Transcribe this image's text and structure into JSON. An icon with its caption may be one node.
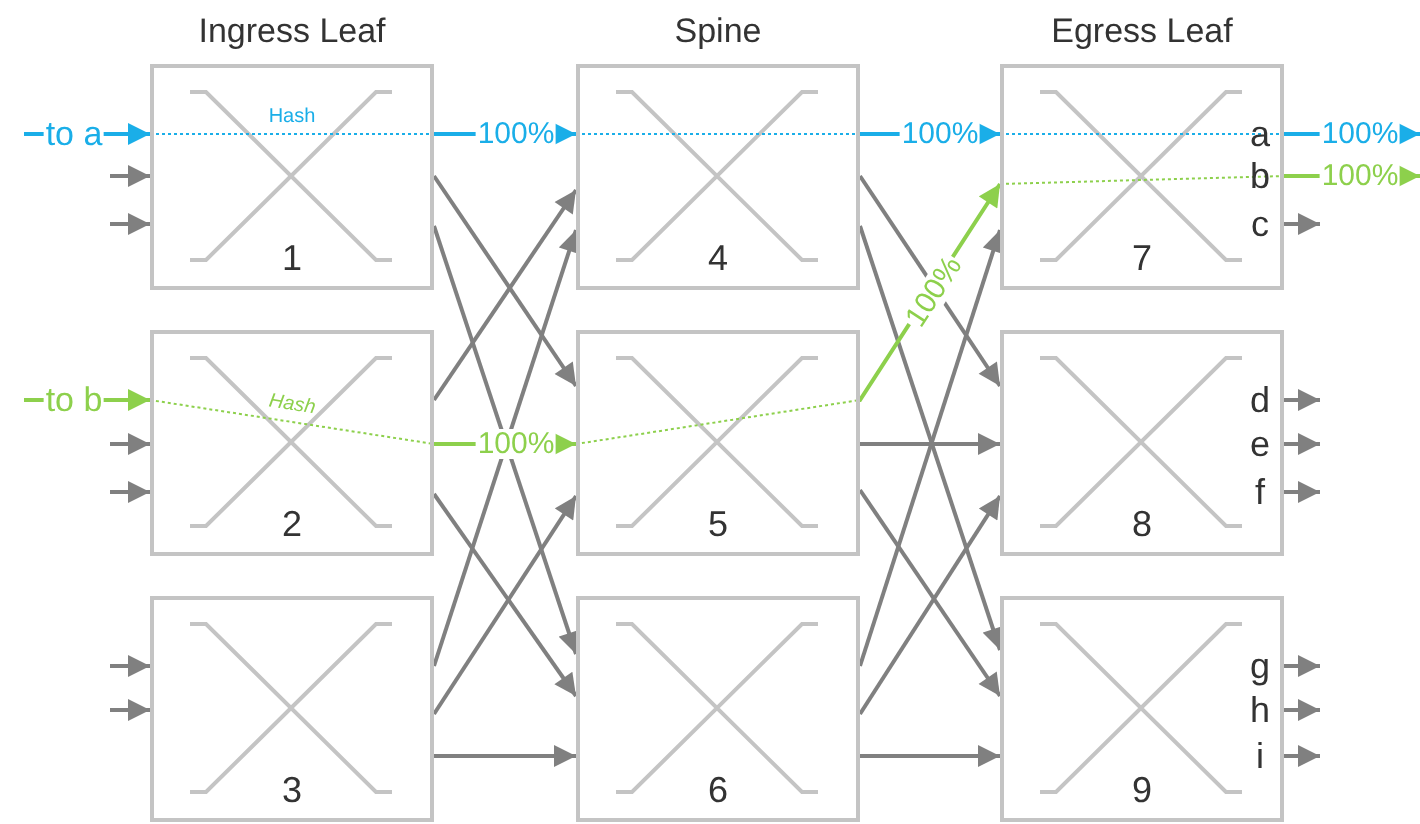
{
  "diagram": {
    "nodes": [
      {
        "text": [
          "Hash",
          "1"
        ]
      },
      {
        "text": [
          "Hash",
          "2"
        ]
      },
      {
        "text": [
          "3"
        ]
      },
      {
        "text": [
          "4"
        ]
      },
      {
        "text": [
          "5"
        ]
      },
      {
        "text": [
          "6"
        ]
      },
      {
        "text": [
          "a",
          "b",
          "c",
          "7"
        ]
      },
      {
        "text": [
          "d",
          "e",
          "f",
          "8"
        ]
      },
      {
        "text": [
          "g",
          "h",
          "i",
          "9"
        ]
      }
    ],
    "edges": [
      {
        "from": null,
        "to": 0,
        "arrow": "to",
        "label": "to a",
        "color": "#1aaee8"
      },
      {
        "from": null,
        "to": 0,
        "arrow": "to"
      },
      {
        "from": null,
        "to": 0,
        "arrow": "to"
      },
      {
        "from": null,
        "to": 1,
        "arrow": "to",
        "label": "to b",
        "color": "#8dd04c"
      },
      {
        "from": null,
        "to": 1,
        "arrow": "to"
      },
      {
        "from": null,
        "to": 1,
        "arrow": "to"
      },
      {
        "from": null,
        "to": 2,
        "arrow": "to"
      },
      {
        "from": null,
        "to": 2,
        "arrow": "to"
      },
      {
        "from": 0,
        "to": 3,
        "arrow": "to",
        "label": "100%",
        "color": "#1aaee8"
      },
      {
        "from": 0,
        "to": 4,
        "arrow": "to"
      },
      {
        "from": 0,
        "to": 5,
        "arrow": "to"
      },
      {
        "from": 1,
        "to": 3,
        "arrow": "to"
      },
      {
        "from": 1,
        "to": 4,
        "arrow": "to",
        "label": "100%",
        "color": "#8dd04c"
      },
      {
        "from": 1,
        "to": 5,
        "arrow": "to"
      },
      {
        "from": 2,
        "to": 3,
        "arrow": "to"
      },
      {
        "from": 2,
        "to": 4,
        "arrow": "to"
      },
      {
        "from": 2,
        "to": 5,
        "arrow": "to"
      },
      {
        "from": 3,
        "to": 6,
        "arrow": "to",
        "label": "100%",
        "color": "#1aaee8"
      },
      {
        "from": 3,
        "to": 7,
        "arrow": "to"
      },
      {
        "from": 3,
        "to": 8,
        "arrow": "to"
      },
      {
        "from": 4,
        "to": 6,
        "arrow": "to",
        "label": "100%",
        "color": "#8dd04c"
      },
      {
        "from": 4,
        "to": 7,
        "arrow": "to"
      },
      {
        "from": 4,
        "to": 8,
        "arrow": "to"
      },
      {
        "from": 5,
        "to": 6,
        "arrow": "to"
      },
      {
        "from": 5,
        "to": 7,
        "arrow": "to"
      },
      {
        "from": 5,
        "to": 8,
        "arrow": "to"
      },
      {
        "from": 6,
        "to": null,
        "arrow": "to",
        "label": "100%",
        "color": "#1aaee8"
      },
      {
        "from": 6,
        "to": null,
        "arrow": "to",
        "label": "100%",
        "color": "#8dd04c"
      },
      {
        "from": 6,
        "to": null,
        "arrow": "to"
      },
      {
        "from": 7,
        "to": null,
        "arrow": "to"
      },
      {
        "from": 7,
        "to": null,
        "arrow": "to"
      },
      {
        "from": 7,
        "to": null,
        "arrow": "to"
      },
      {
        "from": 8,
        "to": null,
        "arrow": "to"
      },
      {
        "from": 8,
        "to": null,
        "arrow": "to"
      },
      {
        "from": 8,
        "to": null,
        "arrow": "to"
      }
    ],
    "labels": [
      "Ingress Leaf",
      "Spine",
      "Egress Leaf"
    ]
  }
}
